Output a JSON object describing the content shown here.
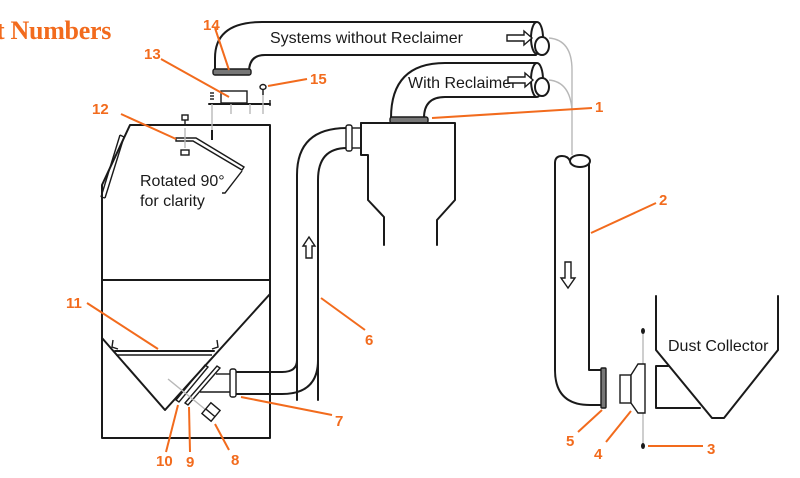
{
  "title": "t Numbers",
  "labels": {
    "systems_without_reclaimer": "Systems without Reclaimer",
    "with_reclaimer": "With Reclaimer",
    "rotated_line1": "Rotated 90°",
    "rotated_line2": "for clarity",
    "dust_collector": "Dust Collector"
  },
  "callouts": [
    "1",
    "2",
    "3",
    "4",
    "5",
    "6",
    "7",
    "8",
    "9",
    "10",
    "11",
    "12",
    "13",
    "14",
    "15"
  ],
  "colors": {
    "accent": "#f26b1d",
    "line": "#1a1a1a",
    "guide": "#b8b8b8"
  },
  "flow_arrows": [
    "arrow-right-icon",
    "arrow-right-icon",
    "arrow-up-icon",
    "arrow-down-icon"
  ]
}
